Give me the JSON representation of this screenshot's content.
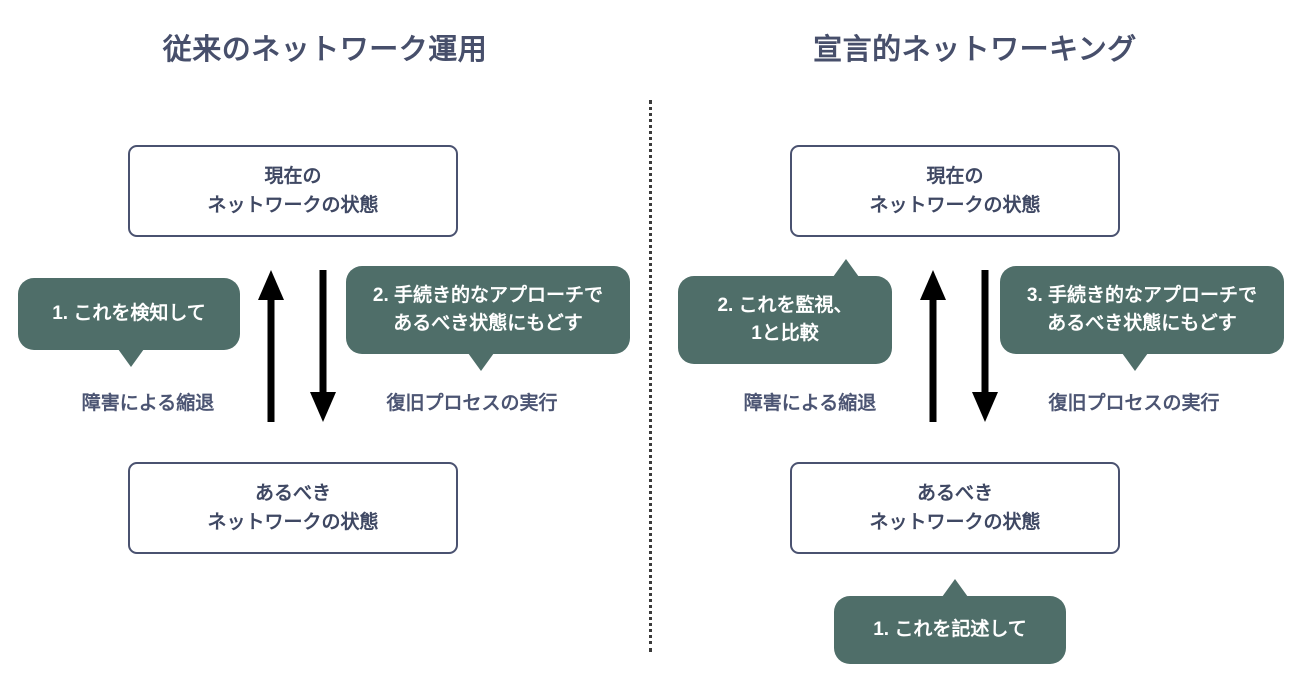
{
  "diagram": {
    "title": "",
    "colors": {
      "title_text": "#474f6b",
      "box_border": "#4a5270",
      "box_text": "#3f4863",
      "bubble_fill": "#4f6e69",
      "bubble_text": "#ffffff",
      "caption_text": "#4c5573",
      "arrow": "#000000",
      "divider": "#3a3a3a",
      "background": "#ffffff"
    }
  },
  "panels": [
    {
      "id": "traditional",
      "title": "従来のネットワーク運用",
      "boxes": {
        "top": {
          "line1": "現在の",
          "line2": "ネットワークの状態"
        },
        "bottom": {
          "line1": "あるべき",
          "line2": "ネットワークの状態"
        }
      },
      "arrows": [
        {
          "name": "degradation-arrow",
          "direction": "up",
          "caption": "障害による縮退"
        },
        {
          "name": "recovery-arrow",
          "direction": "down",
          "caption": "復旧プロセスの実行"
        }
      ],
      "bubbles": [
        {
          "name": "bubble-detect",
          "tail": "down",
          "line1": "1. これを検知して",
          "line2": ""
        },
        {
          "name": "bubble-procedural-restore",
          "tail": "down",
          "line1": "2. 手続き的なアプローチで",
          "line2": "あるべき状態にもどす"
        }
      ]
    },
    {
      "id": "declarative",
      "title": "宣言的ネットワーキング",
      "boxes": {
        "top": {
          "line1": "現在の",
          "line2": "ネットワークの状態"
        },
        "bottom": {
          "line1": "あるべき",
          "line2": "ネットワークの状態"
        }
      },
      "arrows": [
        {
          "name": "degradation-arrow",
          "direction": "up",
          "caption": "障害による縮退"
        },
        {
          "name": "recovery-arrow",
          "direction": "down",
          "caption": "復旧プロセスの実行"
        }
      ],
      "bubbles": [
        {
          "name": "bubble-monitor-compare",
          "tail": "up",
          "line1": "2. これを監視、",
          "line2": "1と比較"
        },
        {
          "name": "bubble-procedural-restore",
          "tail": "down",
          "line1": "3. 手続き的なアプローチで",
          "line2": "あるべき状態にもどす"
        },
        {
          "name": "bubble-describe",
          "tail": "up",
          "line1": "1. これを記述して",
          "line2": ""
        }
      ]
    }
  ]
}
